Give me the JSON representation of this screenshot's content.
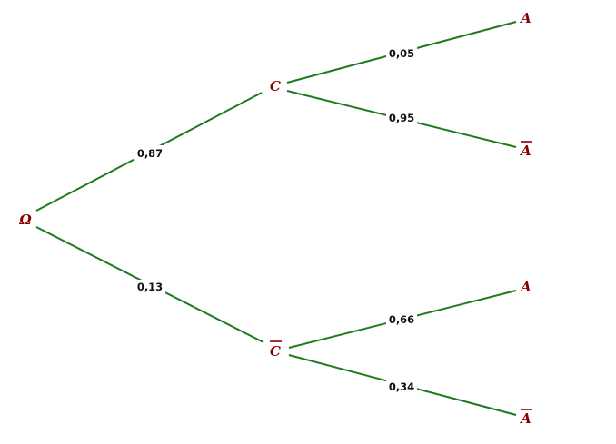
{
  "tree": {
    "root": "Ω",
    "level1": [
      {
        "label": "C",
        "overline": false,
        "probability": "0,87"
      },
      {
        "label": "C",
        "overline": true,
        "probability": "0,13"
      }
    ],
    "level2": [
      {
        "parent": 0,
        "label": "A",
        "overline": false,
        "probability": "0,05"
      },
      {
        "parent": 0,
        "label": "A",
        "overline": true,
        "probability": "0,95"
      },
      {
        "parent": 1,
        "label": "A",
        "overline": false,
        "probability": "0,66"
      },
      {
        "parent": 1,
        "label": "A",
        "overline": true,
        "probability": "0,34"
      }
    ]
  },
  "colors": {
    "edge": "#1e7a1e",
    "node_text": "#8b0000",
    "probability_text": "#111111",
    "background": "#ffffff"
  }
}
